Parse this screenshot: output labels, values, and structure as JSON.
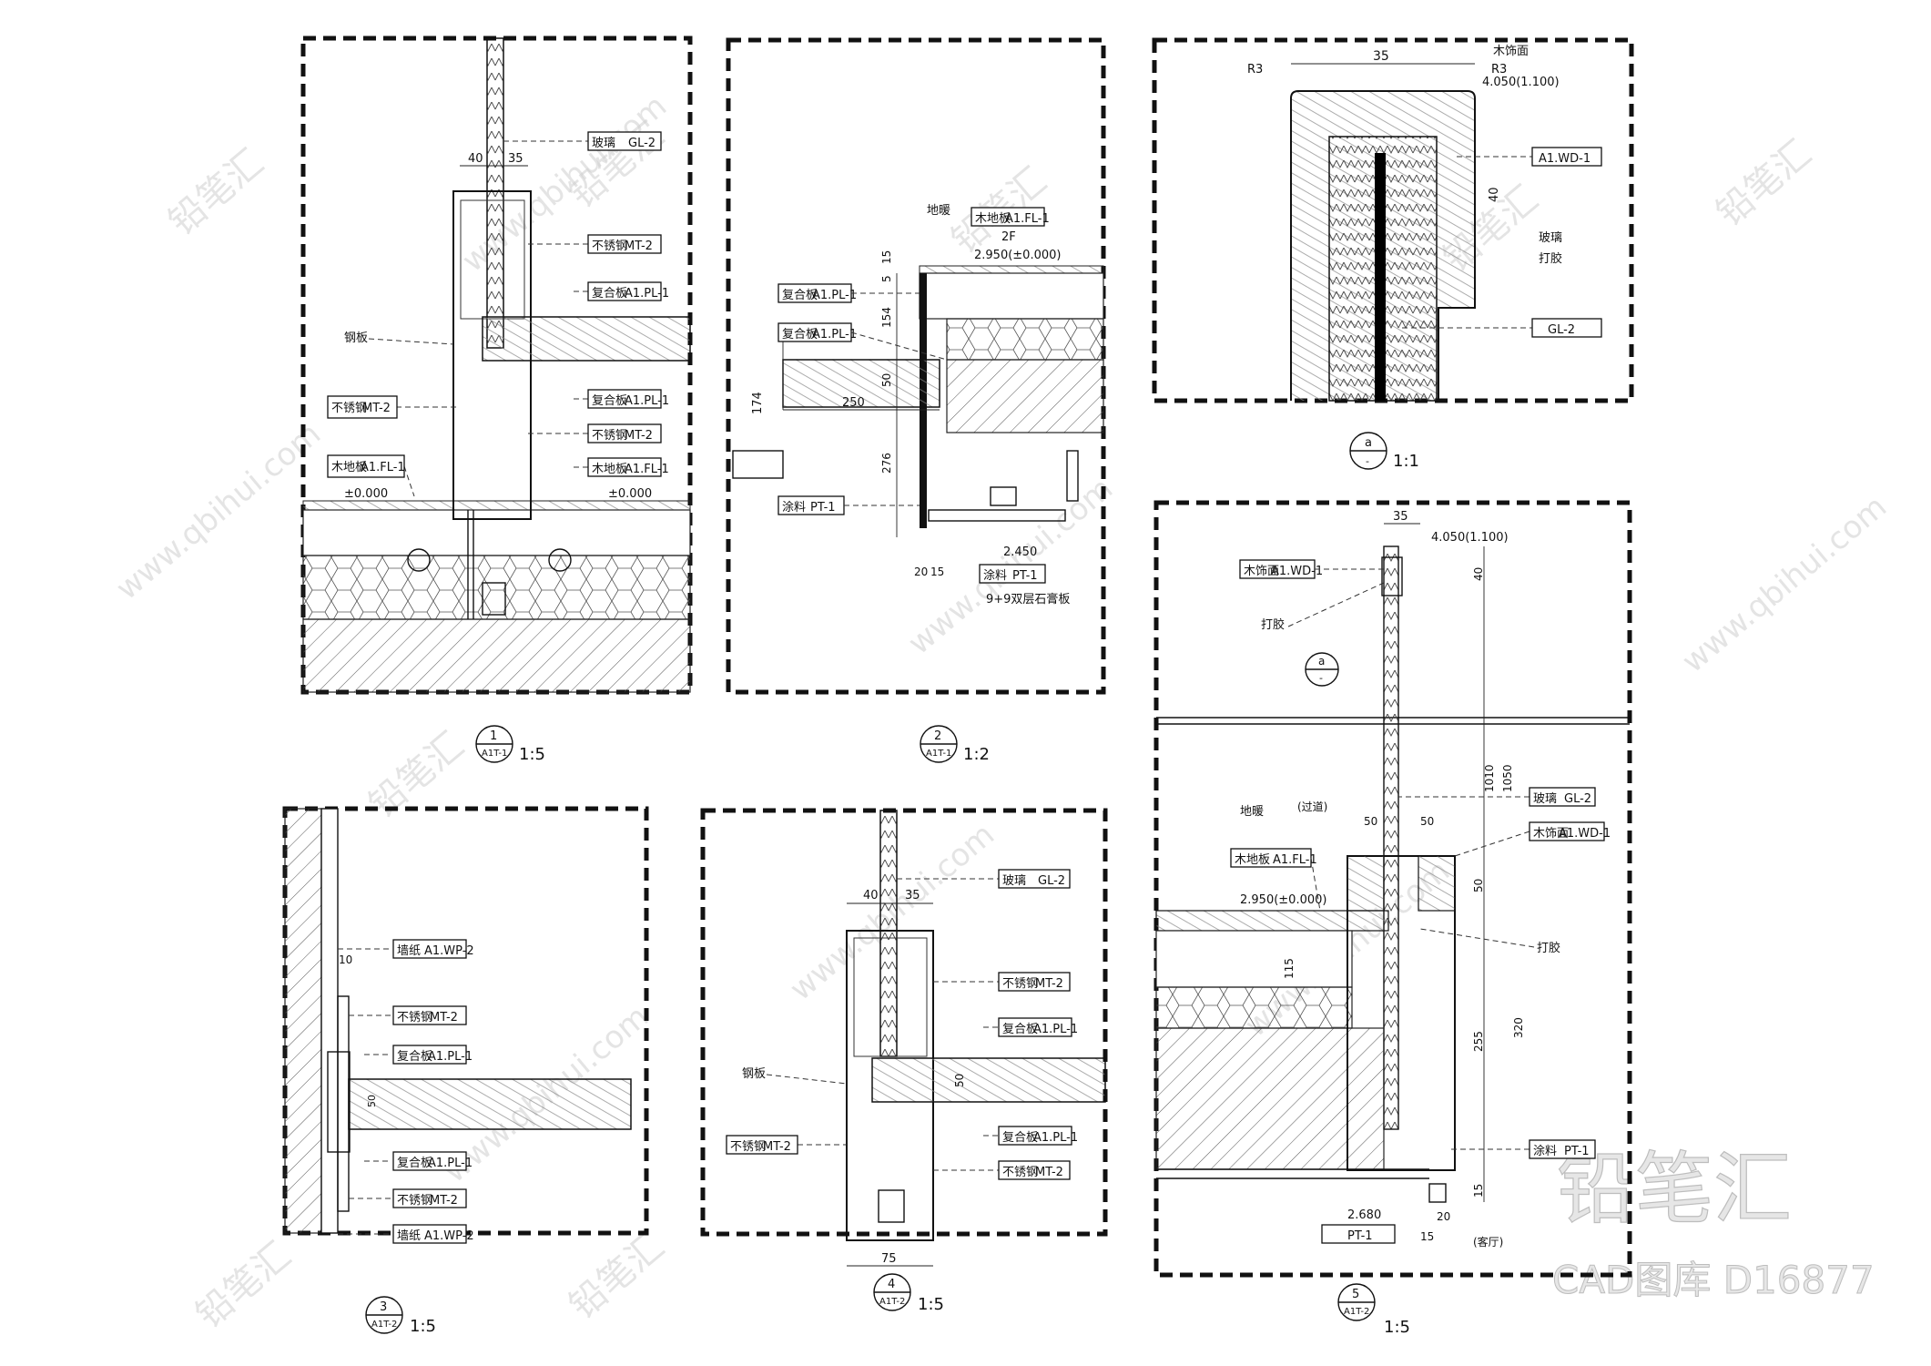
{
  "watermarks": {
    "brand": "铅笔汇",
    "site": "www.qbihui.com",
    "footer_brand": "铅笔汇",
    "footer_id": "CAD图库 D16877"
  },
  "details": {
    "d1": {
      "num": "1",
      "ref": "A1T-1",
      "scale": "1:5"
    },
    "d2": {
      "num": "2",
      "ref": "A1T-1",
      "scale": "1:2"
    },
    "d3": {
      "num": "3",
      "ref": "A1T-2",
      "scale": "1:5"
    },
    "d4": {
      "num": "4",
      "ref": "A1T-2",
      "scale": "1:5"
    },
    "d5": {
      "num": "5",
      "ref": "A1T-2",
      "scale": "1:5"
    },
    "da": {
      "num": "a",
      "ref": "-",
      "scale": "1:1"
    }
  },
  "callouts": {
    "d1": [
      {
        "label": "玻璃",
        "code": "GL-2"
      },
      {
        "label": "不锈钢",
        "code": "MT-2"
      },
      {
        "label": "复合板",
        "code": "A1.PL-1"
      },
      {
        "label": "复合板",
        "code": "A1.PL-1"
      },
      {
        "label": "不锈钢",
        "code": "MT-2"
      },
      {
        "label": "木地板",
        "code": "A1.FL-1"
      },
      {
        "label": "不锈钢",
        "code": "MT-2"
      },
      {
        "label": "木地板",
        "code": "A1.FL-1"
      }
    ],
    "d2": [
      {
        "label": "木地板",
        "code": "A1.FL-1"
      },
      {
        "label": "复合板",
        "code": "A1.PL-1"
      },
      {
        "label": "复合板",
        "code": "A1.PL-1"
      },
      {
        "label": "涂料",
        "code": "PT-1"
      },
      {
        "label": "涂料",
        "code": "PT-1"
      }
    ],
    "d3": [
      {
        "label": "墙纸",
        "code": "A1.WP-2"
      },
      {
        "label": "不锈钢",
        "code": "MT-2"
      },
      {
        "label": "复合板",
        "code": "A1.PL-1"
      },
      {
        "label": "复合板",
        "code": "A1.PL-1"
      },
      {
        "label": "不锈钢",
        "code": "MT-2"
      },
      {
        "label": "墙纸",
        "code": "A1.WP-2"
      }
    ],
    "d4": [
      {
        "label": "玻璃",
        "code": "GL-2"
      },
      {
        "label": "不锈钢",
        "code": "MT-2"
      },
      {
        "label": "复合板",
        "code": "A1.PL-1"
      },
      {
        "label": "复合板",
        "code": "A1.PL-1"
      },
      {
        "label": "不锈钢",
        "code": "MT-2"
      },
      {
        "label": "不锈钢",
        "code": "MT-2"
      }
    ],
    "da": [
      {
        "label": "",
        "code": "A1.WD-1"
      },
      {
        "label": "",
        "code": "GL-2"
      }
    ],
    "d5": [
      {
        "label": "木饰面",
        "code": "A1.WD-1"
      },
      {
        "label": "玻璃",
        "code": "GL-2"
      },
      {
        "label": "木饰面",
        "code": "A1.WD-1"
      },
      {
        "label": "木地板",
        "code": "A1.FL-1"
      },
      {
        "label": "涂料",
        "code": "PT-1"
      },
      {
        "label": "",
        "code": "PT-1"
      }
    ]
  },
  "notes": {
    "steel_plate": "钢板",
    "floor_heating": "地暖",
    "level_2f": "2F",
    "elev_2950": "2.950(±0.000)",
    "elev_0000": "±0.000",
    "elev_2450": "2.450",
    "elev_2680": "2.680",
    "elev_4050": "4.050(1.100)",
    "gypsum": "9+9双层石膏板",
    "glue": "打胶",
    "glass": "玻璃",
    "wood_veneer": "木饰面",
    "corridor": "(过道)",
    "living": "(客厅)",
    "r3": "R3"
  },
  "dims": {
    "d1": [
      "40",
      "35"
    ],
    "d2": [
      "15",
      "5",
      "154",
      "50",
      "174",
      "250",
      "276",
      "20",
      "15"
    ],
    "d3": [
      "10",
      "50"
    ],
    "d4": [
      "40",
      "35",
      "50",
      "75"
    ],
    "da": [
      "35",
      "40"
    ],
    "d5": [
      "35",
      "40",
      "1010",
      "1050",
      "50",
      "50",
      "50",
      "115",
      "320",
      "255",
      "15",
      "20",
      "15"
    ]
  }
}
